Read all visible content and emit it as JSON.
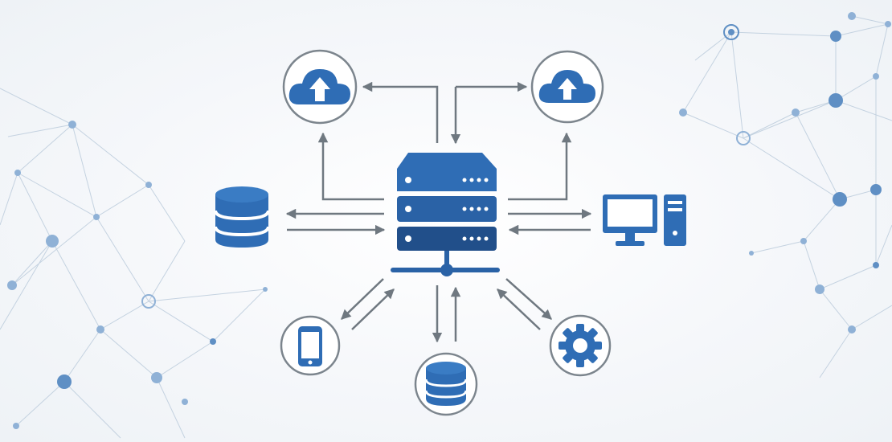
{
  "diagram": {
    "type": "network-architecture",
    "center": "server-rack",
    "nodes": [
      {
        "id": "cloud-upload-left",
        "icon": "cloud-upload-icon"
      },
      {
        "id": "cloud-upload-right",
        "icon": "cloud-upload-icon"
      },
      {
        "id": "database-left",
        "icon": "database-icon"
      },
      {
        "id": "desktop-computer",
        "icon": "desktop-computer-icon"
      },
      {
        "id": "mobile-phone",
        "icon": "mobile-phone-icon"
      },
      {
        "id": "database-bottom",
        "icon": "database-icon"
      },
      {
        "id": "settings-gear",
        "icon": "gear-icon"
      }
    ],
    "connections": [
      {
        "from": "server-rack",
        "to": "cloud-upload-left",
        "direction": "bidirectional"
      },
      {
        "from": "server-rack",
        "to": "cloud-upload-right",
        "direction": "bidirectional"
      },
      {
        "from": "server-rack",
        "to": "database-left",
        "direction": "bidirectional"
      },
      {
        "from": "server-rack",
        "to": "desktop-computer",
        "direction": "bidirectional"
      },
      {
        "from": "server-rack",
        "to": "mobile-phone",
        "direction": "bidirectional"
      },
      {
        "from": "server-rack",
        "to": "database-bottom",
        "direction": "bidirectional"
      },
      {
        "from": "server-rack",
        "to": "settings-gear",
        "direction": "bidirectional"
      }
    ]
  },
  "colors": {
    "primary_blue": "#2f6db5",
    "dark_blue": "#214f8a",
    "arrow_gray": "#6f7880",
    "circle_gray": "#7c858d",
    "network_line": "#c4d2e0",
    "network_node": "#8fb1d6"
  }
}
